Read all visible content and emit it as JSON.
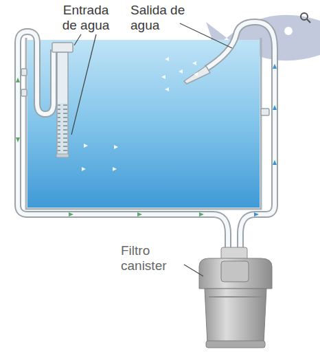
{
  "diagram": {
    "labels": [
      "Entrada de agua",
      "Salida de agua",
      "Filtro canister"
    ]
  }
}
